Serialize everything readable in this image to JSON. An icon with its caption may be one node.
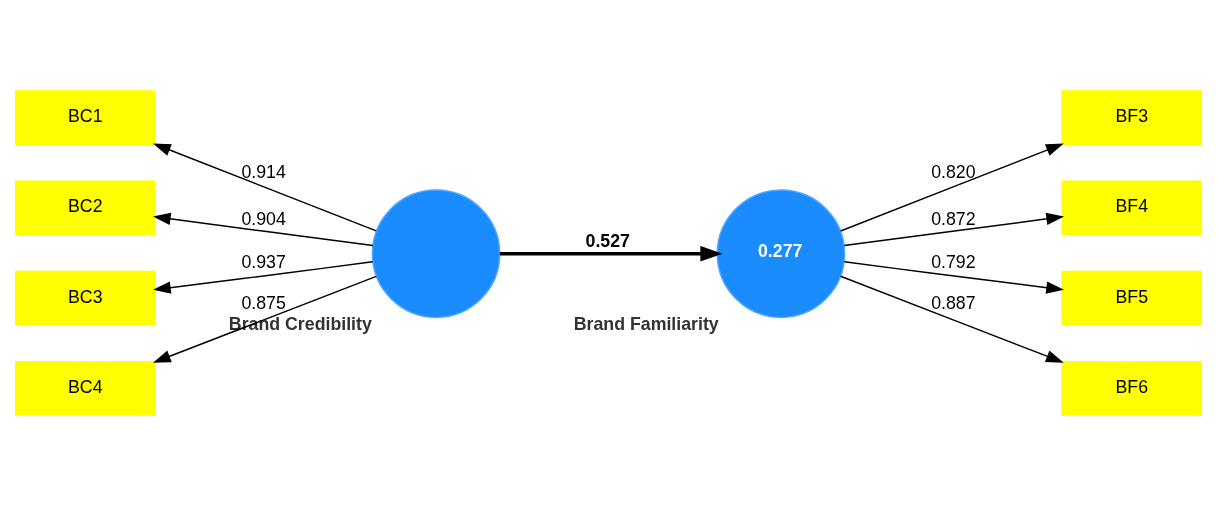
{
  "diagram": {
    "nodes": [
      {
        "text": [
          "BC1"
        ]
      },
      {
        "text": [
          "BC2"
        ]
      },
      {
        "text": [
          "BC3"
        ]
      },
      {
        "text": [
          "BC4"
        ]
      },
      {
        "text": [
          "Brand Credibility"
        ]
      },
      {
        "text": [
          "0.277",
          "Brand Familiarity"
        ]
      },
      {
        "text": [
          "BF3"
        ]
      },
      {
        "text": [
          "BF4"
        ]
      },
      {
        "text": [
          "BF5"
        ]
      },
      {
        "text": [
          "BF6"
        ]
      }
    ],
    "edges": [
      {
        "from": 4,
        "to": 0,
        "arrow": "to",
        "label": "0.914"
      },
      {
        "from": 4,
        "to": 1,
        "arrow": "to",
        "label": "0.904"
      },
      {
        "from": 4,
        "to": 2,
        "arrow": "to",
        "label": "0.937"
      },
      {
        "from": 4,
        "to": 3,
        "arrow": "to",
        "label": "0.875"
      },
      {
        "from": 4,
        "to": 5,
        "arrow": "to",
        "label": "0.527",
        "style": "thick"
      },
      {
        "from": 5,
        "to": 6,
        "arrow": "to",
        "label": "0.820"
      },
      {
        "from": 5,
        "to": 7,
        "arrow": "to",
        "label": "0.872"
      },
      {
        "from": 5,
        "to": 8,
        "arrow": "to",
        "label": "0.792"
      },
      {
        "from": 5,
        "to": 9,
        "arrow": "to",
        "label": "0.887"
      }
    ]
  }
}
